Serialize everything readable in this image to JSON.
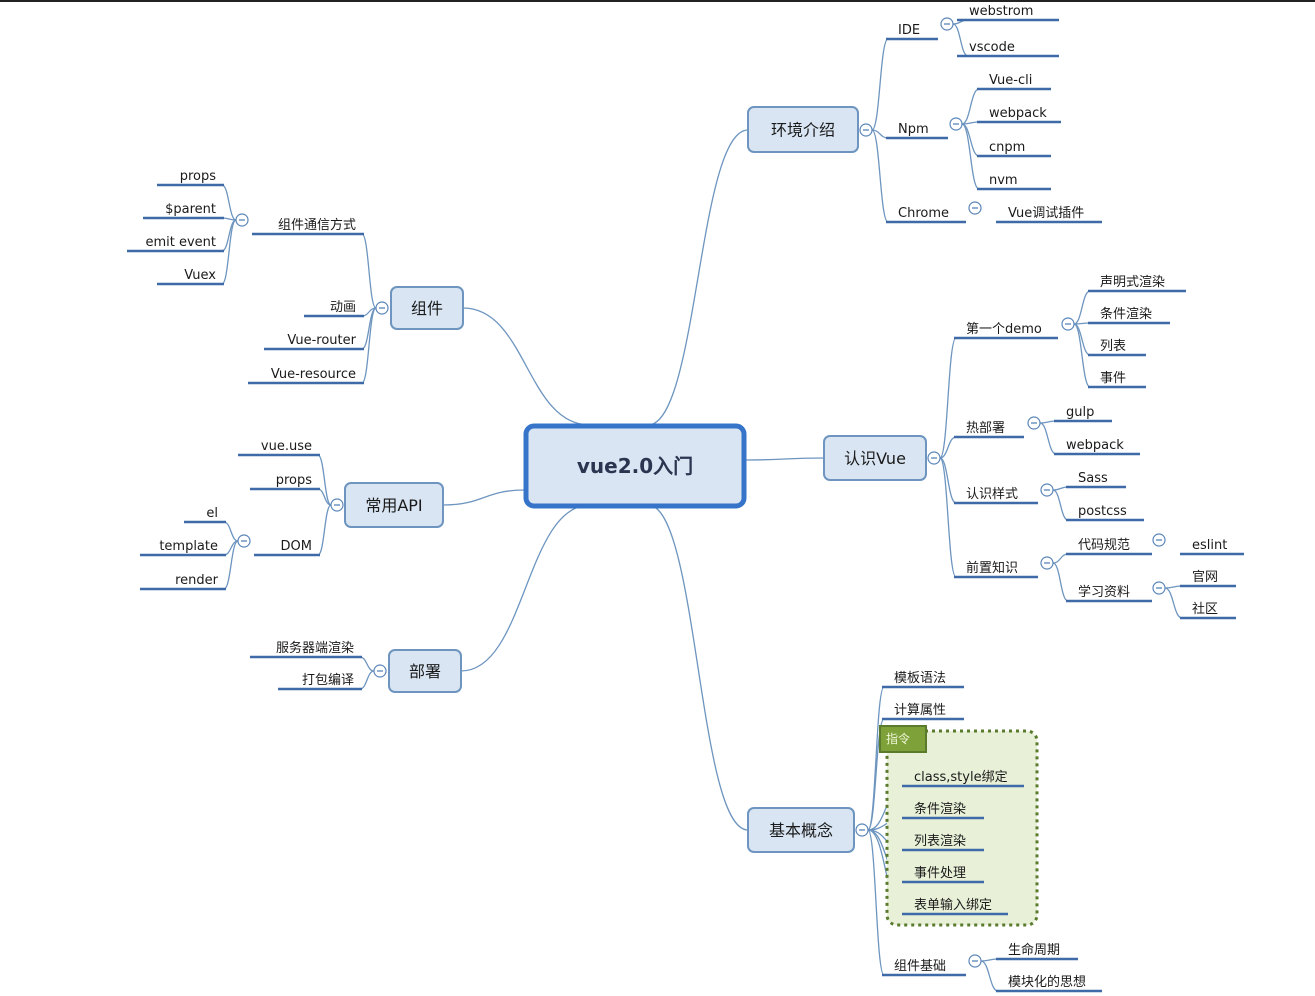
{
  "root": "vue2.0入门",
  "colors": {
    "line": "#6d95bf",
    "underline": "#3e6aa8",
    "box_fill": "#d9e5f3",
    "box_stroke": "#6d95bf",
    "root_stroke": "#3574c9",
    "collapse": "#5b86b8",
    "text": "#1a1a1a",
    "group_fill": "#e8f0d8",
    "group_border": "#5a7a2c",
    "tag_fill": "#7fa13a"
  },
  "branches": {
    "env": {
      "label": "环境介绍",
      "ide": {
        "label": "IDE",
        "children": [
          "webstrom",
          "vscode"
        ]
      },
      "npm": {
        "label": "Npm",
        "children": [
          "Vue-cli",
          "webpack",
          "cnpm",
          "nvm"
        ]
      },
      "chrome": {
        "label": "Chrome",
        "children": [
          "Vue调试插件"
        ]
      }
    },
    "know": {
      "label": "认识Vue",
      "demo": {
        "label": "第一个demo",
        "children": [
          "声明式渲染",
          "条件渲染",
          "列表",
          "事件"
        ]
      },
      "hot": {
        "label": "热部署",
        "children": [
          "gulp",
          "webpack"
        ]
      },
      "style": {
        "label": "认识样式",
        "children": [
          "Sass",
          "postcss"
        ]
      },
      "pre": {
        "label": "前置知识",
        "code": {
          "label": "代码规范",
          "children": [
            "eslint"
          ]
        },
        "learn": {
          "label": "学习资料",
          "children": [
            "官网",
            "社区"
          ]
        }
      }
    },
    "basic": {
      "label": "基本概念",
      "items": [
        "模板语法",
        "计算属性"
      ],
      "directive_tag": "指令",
      "directives": [
        "class,style绑定",
        "条件渲染",
        "列表渲染",
        "事件处理",
        "表单输入绑定"
      ],
      "comp": {
        "label": "组件基础",
        "children": [
          "生命周期",
          "模块化的思想"
        ]
      }
    },
    "comp": {
      "label": "组件",
      "comm": {
        "label": "组件通信方式",
        "children": [
          "props",
          "$parent",
          "emit event",
          "Vuex"
        ]
      },
      "items": [
        "动画",
        "Vue-router",
        "Vue-resource"
      ]
    },
    "api": {
      "label": "常用API",
      "items": [
        "vue.use",
        "props"
      ],
      "dom": {
        "label": "DOM",
        "children": [
          "el",
          "template",
          "render"
        ]
      }
    },
    "deploy": {
      "label": "部署",
      "items": [
        "服务器端渲染",
        "打包编译"
      ]
    }
  }
}
